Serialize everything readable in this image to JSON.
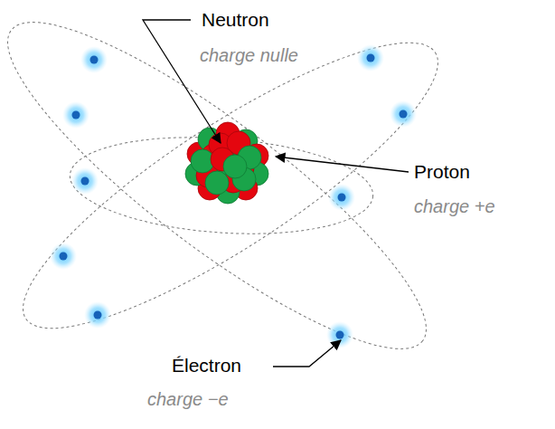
{
  "diagram": {
    "labels": [
      "Neutron",
      "charge nulle",
      "Proton",
      "charge +e",
      "Électron",
      "charge −e"
    ]
  }
}
